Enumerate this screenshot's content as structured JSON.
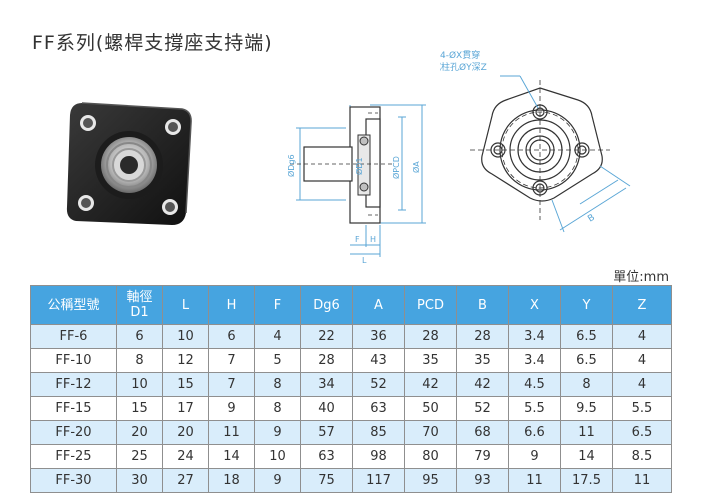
{
  "page": {
    "title": "FF系列(螺桿支撐座支持端)",
    "unit_label": "單位:mm"
  },
  "drawing": {
    "hole_note_line1": "4-ØX貫穿",
    "hole_note_line2": "沉柱孔ØY深Z",
    "dim_dg6": "ØDg6",
    "dim_d1": "ØD1",
    "dim_pcd": "ØPCD",
    "dim_a": "ØA",
    "dim_f": "F",
    "dim_h": "H",
    "dim_l": "L",
    "dim_b": "B"
  },
  "colors": {
    "header_bg": "#46a4e0",
    "stripe_bg": "#d9edfb",
    "dimension_line": "#5aa6d6"
  },
  "table": {
    "headers": [
      "公稱型號",
      "軸徑\nD1",
      "L",
      "H",
      "F",
      "Dg6",
      "A",
      "PCD",
      "B",
      "X",
      "Y",
      "Z"
    ],
    "rows": [
      [
        "FF-6",
        "6",
        "10",
        "6",
        "4",
        "22",
        "36",
        "28",
        "28",
        "3.4",
        "6.5",
        "4"
      ],
      [
        "FF-10",
        "8",
        "12",
        "7",
        "5",
        "28",
        "43",
        "35",
        "35",
        "3.4",
        "6.5",
        "4"
      ],
      [
        "FF-12",
        "10",
        "15",
        "7",
        "8",
        "34",
        "52",
        "42",
        "42",
        "4.5",
        "8",
        "4"
      ],
      [
        "FF-15",
        "15",
        "17",
        "9",
        "8",
        "40",
        "63",
        "50",
        "52",
        "5.5",
        "9.5",
        "5.5"
      ],
      [
        "FF-20",
        "20",
        "20",
        "11",
        "9",
        "57",
        "85",
        "70",
        "68",
        "6.6",
        "11",
        "6.5"
      ],
      [
        "FF-25",
        "25",
        "24",
        "14",
        "10",
        "63",
        "98",
        "80",
        "79",
        "9",
        "14",
        "8.5"
      ],
      [
        "FF-30",
        "30",
        "27",
        "18",
        "9",
        "75",
        "117",
        "95",
        "93",
        "11",
        "17.5",
        "11"
      ]
    ]
  }
}
